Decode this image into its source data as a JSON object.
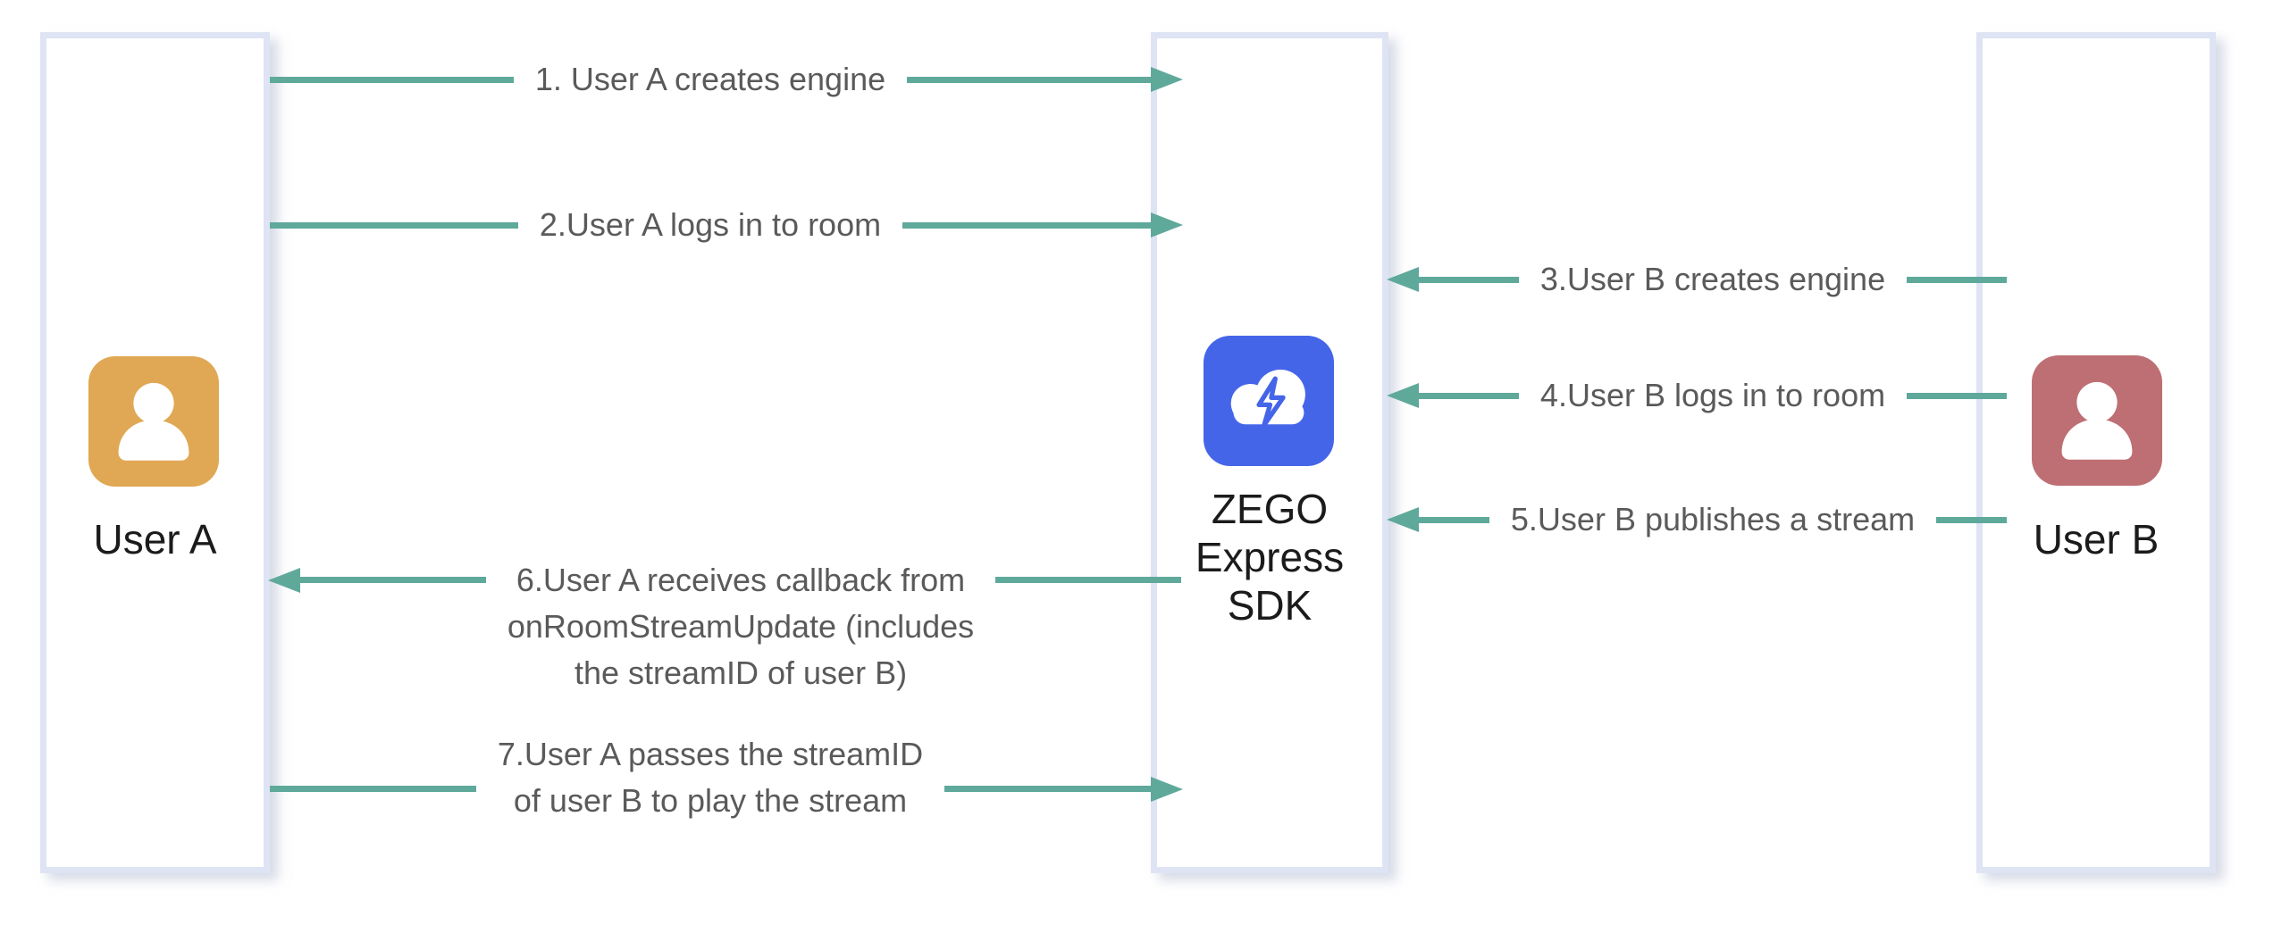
{
  "diagram": {
    "type": "sequence-diagram",
    "actors": {
      "user_a": {
        "label": "User A",
        "icon": "person-icon",
        "icon_color": "#E0A854"
      },
      "sdk": {
        "label": "ZEGO Express SDK",
        "label_lines": [
          "ZEGO",
          "Express",
          "SDK"
        ],
        "icon": "cloud-lightning-icon",
        "icon_color": "#4565E9"
      },
      "user_b": {
        "label": "User B",
        "icon": "person-icon",
        "icon_color": "#BE6F73"
      }
    },
    "messages": [
      {
        "step": "1",
        "from": "user_a",
        "to": "sdk",
        "direction": "right",
        "lines": [
          "1. User A creates engine"
        ]
      },
      {
        "step": "2",
        "from": "user_a",
        "to": "sdk",
        "direction": "right",
        "lines": [
          "2.User A logs in to room"
        ]
      },
      {
        "step": "3",
        "from": "user_b",
        "to": "sdk",
        "direction": "left",
        "lines": [
          "3.User B creates engine"
        ]
      },
      {
        "step": "4",
        "from": "user_b",
        "to": "sdk",
        "direction": "left",
        "lines": [
          "4.User B logs in to room"
        ]
      },
      {
        "step": "5",
        "from": "user_b",
        "to": "sdk",
        "direction": "left",
        "lines": [
          "5.User B publishes a stream"
        ]
      },
      {
        "step": "6",
        "from": "sdk",
        "to": "user_a",
        "direction": "left",
        "lines": [
          "6.User A receives callback from",
          "onRoomStreamUpdate (includes",
          "the streamID of user B)"
        ]
      },
      {
        "step": "7",
        "from": "user_a",
        "to": "sdk",
        "direction": "right",
        "lines": [
          "7.User A passes the streamID",
          "of user B to play the stream"
        ]
      }
    ],
    "colors": {
      "arrow": "#5FA99B",
      "message_text": "#5A5A5A",
      "actor_text": "#1B1B1B",
      "box_border": "#DFE4F4",
      "background": "#FFFFFF",
      "user_a_icon": "#E0A854",
      "user_b_icon": "#BE6F73",
      "sdk_icon": "#4565E9"
    }
  }
}
